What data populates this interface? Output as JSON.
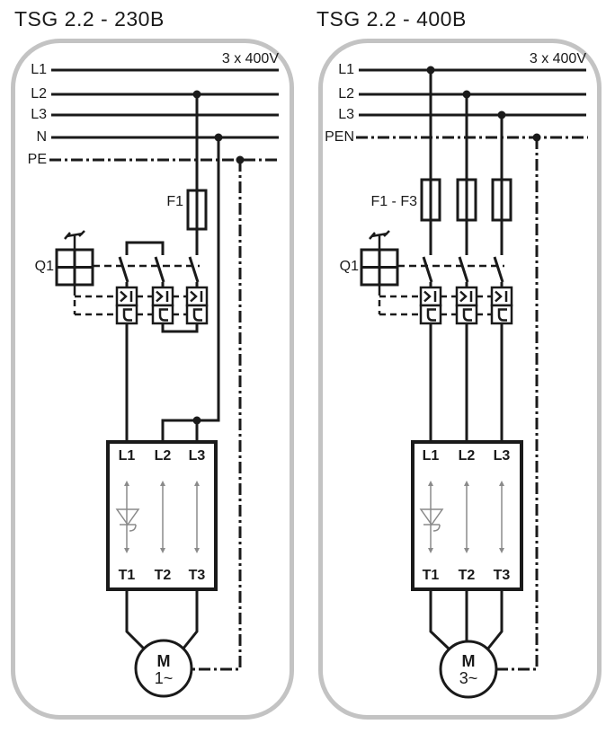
{
  "colors": {
    "line": "#1a1a1a",
    "panel_border": "#c3c3c3",
    "interior_gray": "#8a8a8a"
  },
  "diagrams": [
    {
      "title": "TSG 2.2 - 230B",
      "voltage_label": "3 x 400V",
      "bus_labels": [
        "L1",
        "L2",
        "L3",
        "N",
        "PE"
      ],
      "fuse_label": "F1",
      "switch_label": "Q1",
      "starter_inputs": [
        "L1",
        "L2",
        "L3"
      ],
      "starter_outputs": [
        "T1",
        "T2",
        "T3"
      ],
      "motor_label": "M",
      "motor_phase": "1~"
    },
    {
      "title": "TSG 2.2 - 400B",
      "voltage_label": "3 x 400V",
      "bus_labels": [
        "L1",
        "L2",
        "L3",
        "PEN"
      ],
      "fuse_label": "F1 - F3",
      "switch_label": "Q1",
      "starter_inputs": [
        "L1",
        "L2",
        "L3"
      ],
      "starter_outputs": [
        "T1",
        "T2",
        "T3"
      ],
      "motor_label": "M",
      "motor_phase": "3~"
    }
  ]
}
